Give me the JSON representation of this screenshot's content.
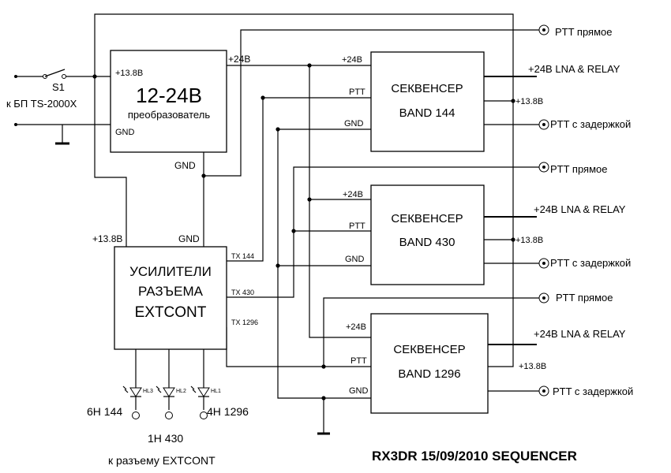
{
  "title": "RX3DR 15/09/2010 SEQUENCER",
  "input": {
    "switch_label": "S1",
    "psu_label": "к БП TS-2000X"
  },
  "converter": {
    "pin_in": "+13.8В",
    "title": "12-24В",
    "subtitle": "преобразователь",
    "pin_gnd": "GND",
    "pin_out": "+24В",
    "pin_gnd_bottom": "GND"
  },
  "amplifier": {
    "pin_power": "+13.8В",
    "pin_gnd": "GND",
    "lines": [
      "УСИЛИТЕЛИ",
      "РАЗЪЕМА",
      "EXTCONT"
    ],
    "outputs": [
      "TX 144",
      "TX 430",
      "TX 1296"
    ]
  },
  "sequencers": [
    {
      "title": "СЕКВЕНСЕР",
      "band": "BAND 144",
      "pin_24v": "+24В",
      "pin_ptt": "PTT",
      "pin_gnd": "GND",
      "pin_138": "+13.8В",
      "ptt_direct": "PTT прямое",
      "lna_relay": "+24В LNA & RELAY",
      "ptt_delay": "PTT с задержкой"
    },
    {
      "title": "СЕКВЕНСЕР",
      "band": "BAND 430",
      "pin_24v": "+24В",
      "pin_ptt": "PTT",
      "pin_gnd": "GND",
      "pin_138": "+13.8В",
      "ptt_direct": "PTT прямое",
      "lna_relay": "+24В LNA & RELAY",
      "ptt_delay": "PTT с задержкой"
    },
    {
      "title": "СЕКВЕНСЕР",
      "band": "BAND 1296",
      "pin_24v": "+24В",
      "pin_ptt": "PTT",
      "pin_gnd": "GND",
      "pin_138": "+13.8В",
      "ptt_direct": "PTT прямое",
      "lna_relay": "+24В LNA & RELAY",
      "ptt_delay": "PTT с задержкой"
    }
  ],
  "leds": [
    {
      "ref": "HL3",
      "label": "6Н 144"
    },
    {
      "ref": "HL2",
      "label": "1Н 430"
    },
    {
      "ref": "HL1",
      "label": "4Н 1296"
    }
  ],
  "extcont_label": "к разъему EXTCONT"
}
